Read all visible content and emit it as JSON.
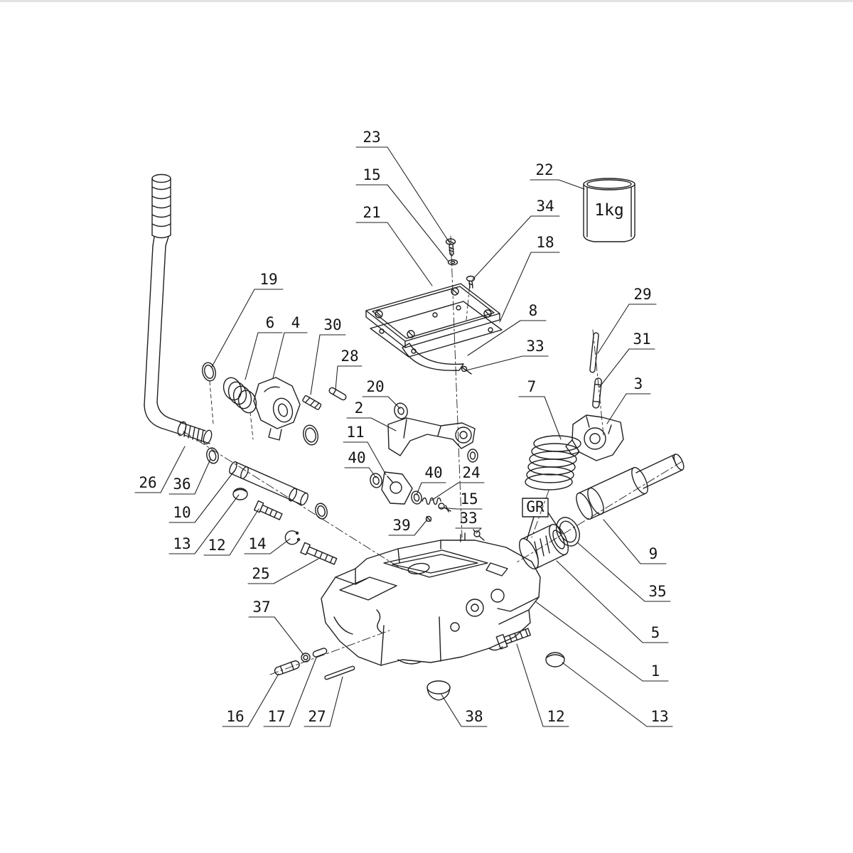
{
  "diagram": {
    "kind": "exploded-parts-view",
    "background": "#ffffff",
    "ink": "#1f1f1f"
  },
  "annotations": {
    "grease_marker": "GR",
    "grease_can_label": "1kg"
  },
  "callouts": {
    "c23": "23",
    "c15a": "15",
    "c21": "21",
    "c22": "22",
    "c34": "34",
    "c18": "18",
    "c19": "19",
    "c8": "8",
    "c29": "29",
    "c6": "6",
    "c4": "4",
    "c30": "30",
    "c33a": "33",
    "c31": "31",
    "c28": "28",
    "c20": "20",
    "c3": "3",
    "c2": "2",
    "c7": "7",
    "c11": "11",
    "c40a": "40",
    "c40b": "40",
    "c24": "24",
    "c15b": "15",
    "c26": "26",
    "c36": "36",
    "c33b": "33",
    "c10": "10",
    "c13a": "13",
    "c12a": "12",
    "c14": "14",
    "c39": "39",
    "c9": "9",
    "c25": "25",
    "c35": "35",
    "c37": "37",
    "c5": "5",
    "c1": "1",
    "c16": "16",
    "c17": "17",
    "c27": "27",
    "c38": "38",
    "c12b": "12",
    "c13b": "13"
  }
}
